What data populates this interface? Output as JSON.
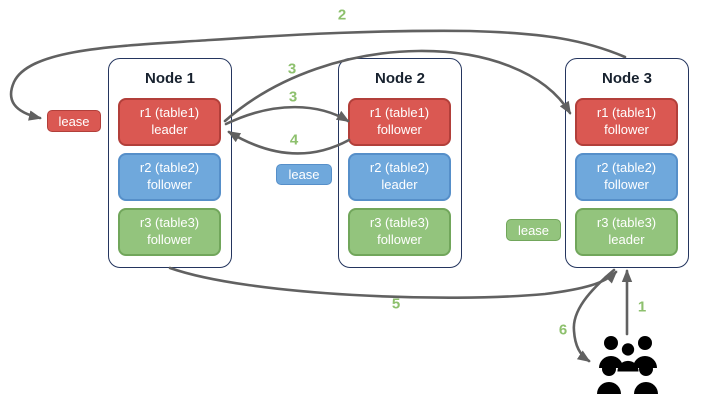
{
  "colors": {
    "background": "#ffffff",
    "red": "#da5852",
    "red_border": "#b23f3a",
    "blue": "#6fa8dc",
    "blue_border": "#568fc9",
    "green": "#93c47d",
    "green_border": "#71a65b",
    "node_border": "#24355e",
    "arrow": "#616161",
    "step_label": "#8dc06d",
    "title_text": "#17212e",
    "replica_text": "#ffffff",
    "user_light": "#9bd2d7",
    "user_light_body": "#8ac3c9",
    "user_medium": "#68a0a8",
    "user_medium_body": "#558b94",
    "user_dark_head": "#42687a",
    "user_dark_body": "#1f4658",
    "user_dark2_head": "#4e7e8c",
    "user_dark2_body": "#2a5163"
  },
  "nodes": [
    {
      "title": "Node 1",
      "replicas": [
        {
          "line1": "r1 (table1)",
          "line2": "leader",
          "color": "red"
        },
        {
          "line1": "r2 (table2)",
          "line2": "follower",
          "color": "blue"
        },
        {
          "line1": "r3 (table3)",
          "line2": "follower",
          "color": "green"
        }
      ]
    },
    {
      "title": "Node 2",
      "replicas": [
        {
          "line1": "r1 (table1)",
          "line2": "follower",
          "color": "red"
        },
        {
          "line1": "r2 (table2)",
          "line2": "leader",
          "color": "blue"
        },
        {
          "line1": "r3 (table3)",
          "line2": "follower",
          "color": "green"
        }
      ]
    },
    {
      "title": "Node 3",
      "replicas": [
        {
          "line1": "r1 (table1)",
          "line2": "follower",
          "color": "red"
        },
        {
          "line1": "r2 (table2)",
          "line2": "follower",
          "color": "blue"
        },
        {
          "line1": "r3 (table3)",
          "line2": "leader",
          "color": "green"
        }
      ]
    }
  ],
  "leases": [
    {
      "label": "lease",
      "color": "red"
    },
    {
      "label": "lease",
      "color": "blue"
    },
    {
      "label": "lease",
      "color": "green"
    }
  ],
  "steps": {
    "s1": "1",
    "s2": "2",
    "s3a": "3",
    "s3b": "3",
    "s4": "4",
    "s5": "5",
    "s6": "6"
  },
  "icons": {
    "users": "users-icon"
  }
}
